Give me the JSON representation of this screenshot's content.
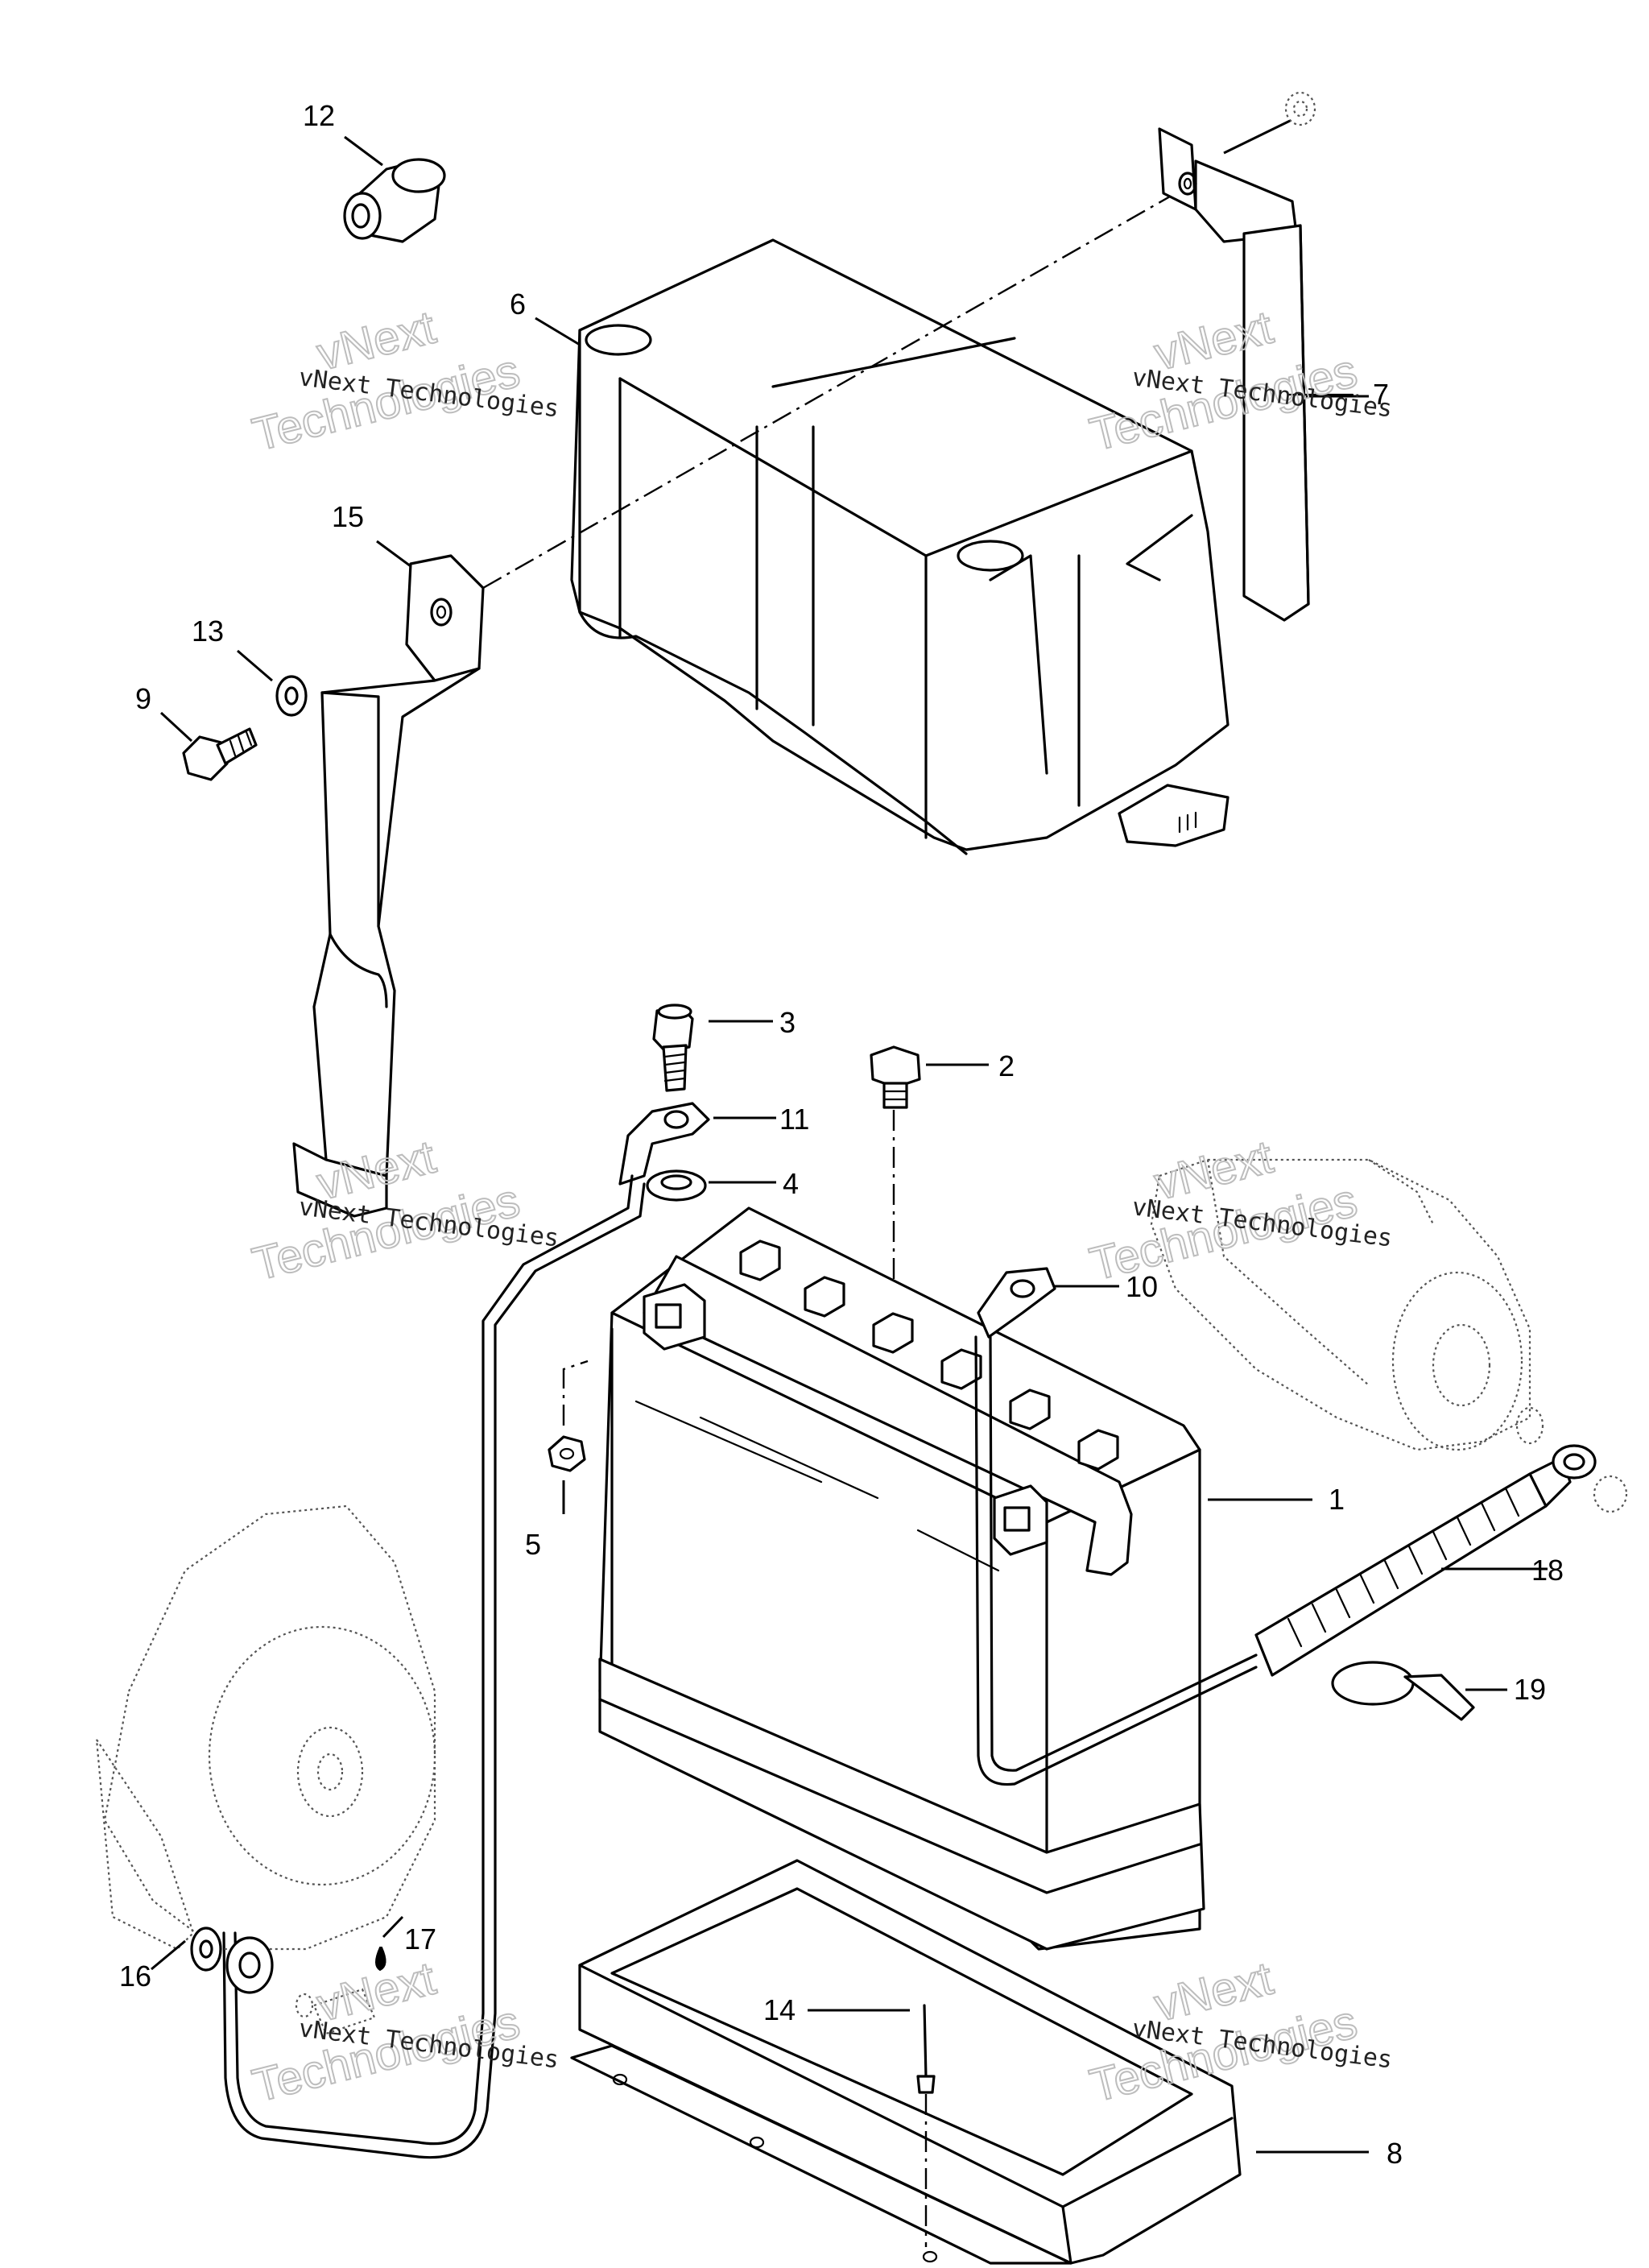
{
  "callouts": [
    {
      "id": "1",
      "label": "1"
    },
    {
      "id": "2",
      "label": "2"
    },
    {
      "id": "3",
      "label": "3"
    },
    {
      "id": "4",
      "label": "4"
    },
    {
      "id": "5",
      "label": "5"
    },
    {
      "id": "6",
      "label": "6"
    },
    {
      "id": "7",
      "label": "7"
    },
    {
      "id": "8",
      "label": "8"
    },
    {
      "id": "9",
      "label": "9"
    },
    {
      "id": "10",
      "label": "10"
    },
    {
      "id": "11",
      "label": "11"
    },
    {
      "id": "12",
      "label": "12"
    },
    {
      "id": "13",
      "label": "13"
    },
    {
      "id": "14",
      "label": "14"
    },
    {
      "id": "15",
      "label": "15"
    },
    {
      "id": "16",
      "label": "16"
    },
    {
      "id": "17",
      "label": "17"
    },
    {
      "id": "18",
      "label": "18"
    },
    {
      "id": "19",
      "label": "19"
    }
  ],
  "watermark": {
    "line1": "vNext",
    "line2": "Technologies",
    "caption": "vNext Technologies"
  },
  "colors": {
    "ink": "#000000",
    "watermark": "#bdbdbd"
  }
}
